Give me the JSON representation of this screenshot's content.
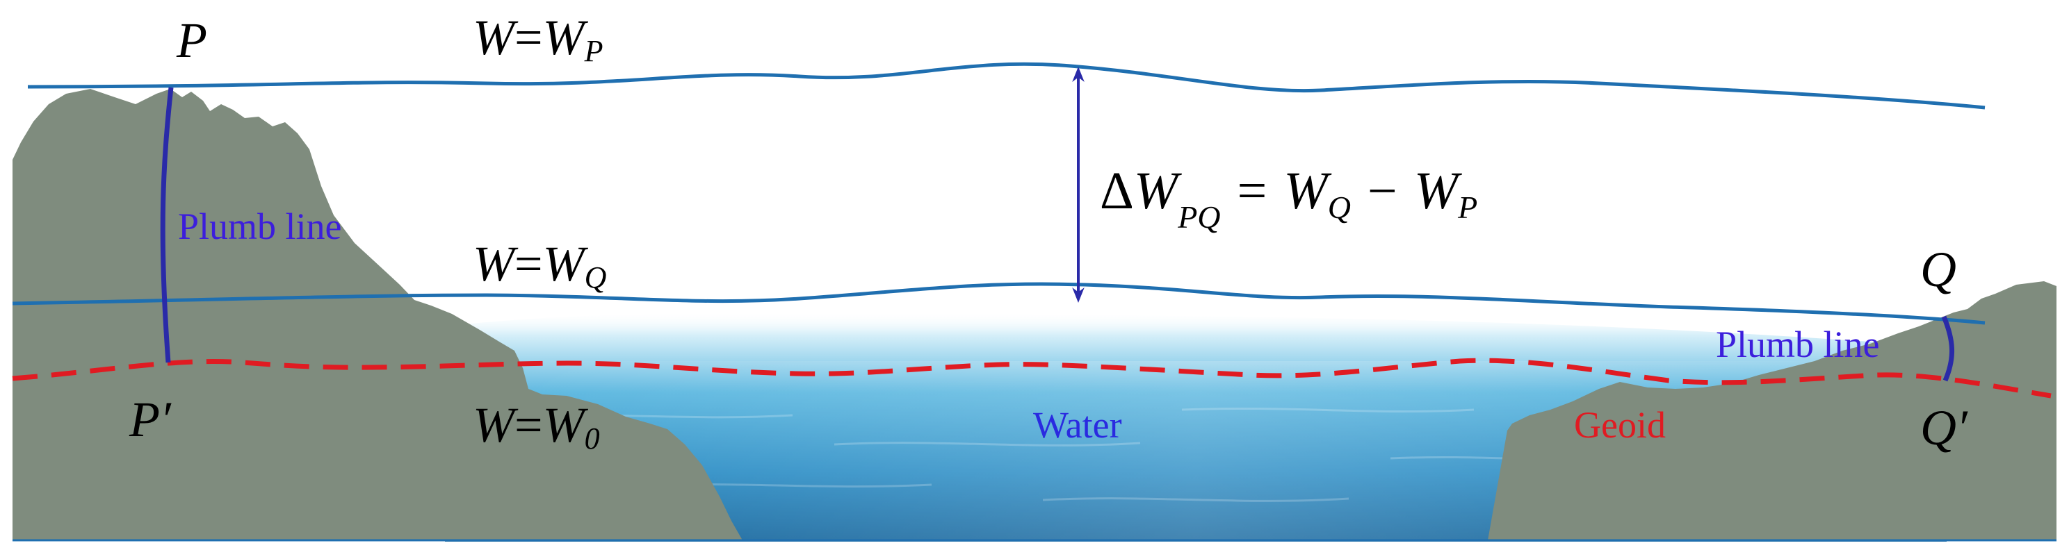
{
  "labels": {
    "point_p": "P",
    "point_p_prime": "P′",
    "point_q": "Q",
    "point_q_prime": "Q′",
    "eq_wp": {
      "lhs": "W",
      "eq": "=",
      "rhs": "W",
      "sub": "P"
    },
    "eq_wq": {
      "lhs": "W",
      "eq": "=",
      "rhs": "W",
      "sub": "Q"
    },
    "eq_w0": {
      "lhs": "W",
      "eq": "=",
      "rhs": "W",
      "sub": "0"
    },
    "delta_formula": {
      "delta": "Δ",
      "w1": "W",
      "sub1": "PQ",
      "eq": "=",
      "w2": "W",
      "sub2": "Q",
      "minus": "−",
      "w3": "W",
      "sub3": "P"
    },
    "plumb_line_left": "Plumb line",
    "plumb_line_right": "Plumb line",
    "water": "Water",
    "geoid": "Geoid"
  },
  "colors": {
    "equipotential": "#1f6fb0",
    "plumb_line": "#2a2aa8",
    "plumb_label": "#3c1edc",
    "geoid": "#e01b22",
    "terrain": "#7f8c7e",
    "water_top": "#bfe6f6",
    "water_mid": "#3aa5d6",
    "water_deep": "#1d73a8",
    "arrow": "#2a2aa8",
    "text": "#000000"
  }
}
